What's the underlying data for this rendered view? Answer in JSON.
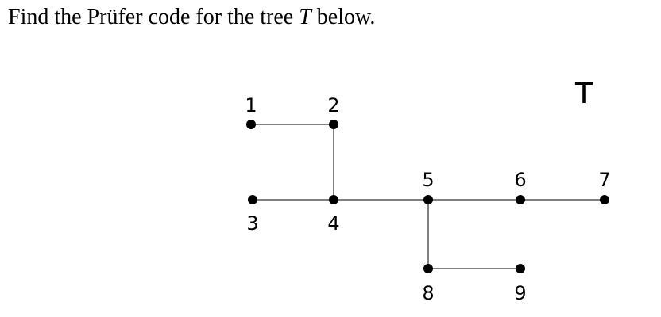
{
  "question": {
    "before": "Find the Prüfer code for the tree ",
    "variable": "T",
    "after": " below."
  },
  "diagram": {
    "tree_label": "T",
    "vertices": [
      "1",
      "2",
      "3",
      "4",
      "5",
      "6",
      "7",
      "8",
      "9"
    ],
    "edges": [
      [
        "1",
        "2"
      ],
      [
        "2",
        "4"
      ],
      [
        "3",
        "4"
      ],
      [
        "4",
        "5"
      ],
      [
        "5",
        "6"
      ],
      [
        "6",
        "7"
      ],
      [
        "5",
        "8"
      ],
      [
        "8",
        "9"
      ]
    ],
    "colors": {
      "vertex": "#000000",
      "edge": "#555555"
    }
  }
}
